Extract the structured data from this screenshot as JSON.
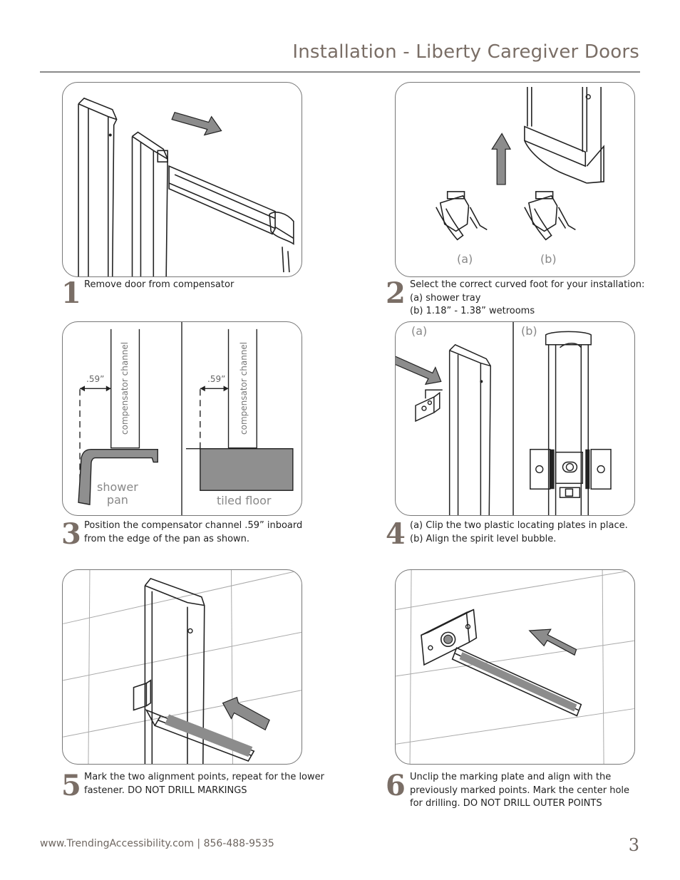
{
  "header": {
    "title": "Installation - Liberty Caregiver Doors"
  },
  "steps": [
    {
      "number": "1",
      "lines": [
        "Remove door from compensator"
      ]
    },
    {
      "number": "2",
      "lines": [
        "Select the correct curved foot for your installation:",
        "(a) shower tray",
        "(b) 1.18” - 1.38” wetrooms"
      ]
    },
    {
      "number": "3",
      "lines": [
        "Position the compensator channel .59” inboard",
        "from the edge of the pan as shown."
      ]
    },
    {
      "number": "4",
      "lines": [
        "(a) Clip the two plastic locating plates in place.",
        "(b) Align the spirit level bubble."
      ]
    },
    {
      "number": "5",
      "lines": [
        "Mark the two alignment points, repeat for the lower",
        "fastener. DO NOT DRILL MARKINGS"
      ]
    },
    {
      "number": "6",
      "lines": [
        "Unclip the marking plate and align with the",
        "previously marked points. Mark the center hole",
        "for drilling. DO NOT DRILL OUTER POINTS"
      ]
    }
  ],
  "figures": {
    "step2": {
      "label_a": "(a)",
      "label_b": "(b)"
    },
    "step3": {
      "dimension_left": ".59”",
      "dimension_right": ".59”",
      "channel_left": "compensator channel",
      "channel_right": "compensator channel",
      "label_left_1": "shower",
      "label_left_2": "pan",
      "label_right": "tiled floor"
    },
    "step4": {
      "label_a": "(a)",
      "label_b": "(b)"
    }
  },
  "footer": {
    "contact": "www.TrendingAccessibility.com | 856-488-9535",
    "page_number": "3"
  },
  "colors": {
    "accent": "#7a6e66",
    "panel_border": "#777777",
    "arrow_fill": "#8c8c8c",
    "floor_fill": "#8f8f8f"
  }
}
